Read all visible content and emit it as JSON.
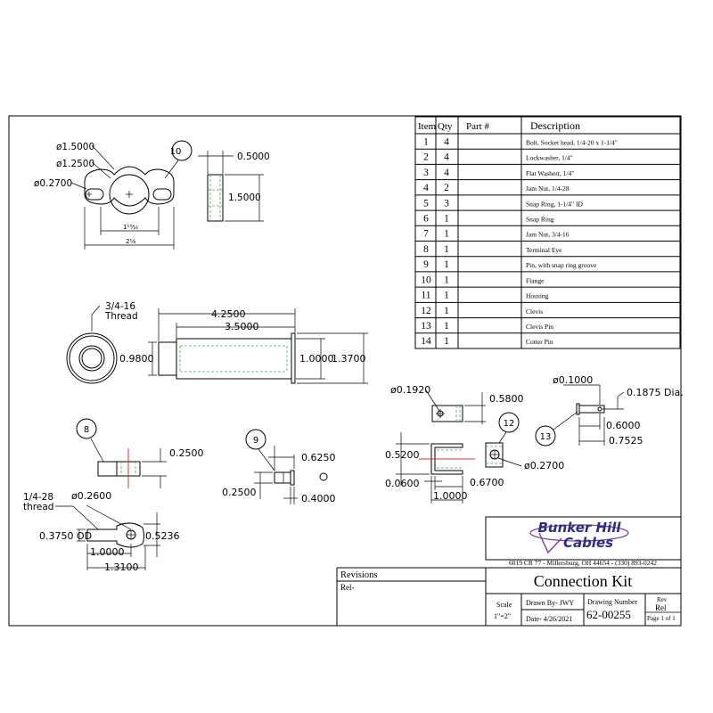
{
  "bom": {
    "headers": {
      "item": "Item",
      "qty": "Qty",
      "part": "Part #",
      "desc": "Description"
    },
    "rows": [
      {
        "item": "1",
        "qty": "4",
        "part": "",
        "desc": "Bolt, Socket head, 1/4-20 x 1-1/4\""
      },
      {
        "item": "2",
        "qty": "4",
        "part": "",
        "desc": "Lockwasher, 1/4\""
      },
      {
        "item": "3",
        "qty": "4",
        "part": "",
        "desc": "Flat Washerr, 1/4\""
      },
      {
        "item": "4",
        "qty": "2",
        "part": "",
        "desc": "Jam Nut, 1/4-28"
      },
      {
        "item": "5",
        "qty": "3",
        "part": "",
        "desc": "Snap Ring, 1-1/4\" ID"
      },
      {
        "item": "6",
        "qty": "1",
        "part": "",
        "desc": "Snap Ring"
      },
      {
        "item": "7",
        "qty": "1",
        "part": "",
        "desc": "Jam Nut, 3/4-16"
      },
      {
        "item": "8",
        "qty": "1",
        "part": "",
        "desc": "Terminal Eye"
      },
      {
        "item": "9",
        "qty": "1",
        "part": "",
        "desc": "Pin, with snap ring groove"
      },
      {
        "item": "10",
        "qty": "1",
        "part": "",
        "desc": "Flange"
      },
      {
        "item": "11",
        "qty": "1",
        "part": "",
        "desc": "Housing"
      },
      {
        "item": "12",
        "qty": "1",
        "part": "",
        "desc": "Clevis"
      },
      {
        "item": "13",
        "qty": "1",
        "part": "",
        "desc": "Clevis Pin"
      },
      {
        "item": "14",
        "qty": "1",
        "part": "",
        "desc": "Cotter Pin"
      }
    ]
  },
  "flange": {
    "balloon": "10",
    "d1": "ø1.5000",
    "d2": "ø1.2500",
    "d3": "ø0.2700",
    "w1": "1¹³⁄₁₆",
    "w2": "2⅛",
    "thk": "0.5000",
    "h": "1.5000"
  },
  "housing": {
    "thread": "3/4-16\nThread",
    "len_total": "4.2500",
    "len_body": "3.5000",
    "d_small": "0.9800",
    "d_body": "1.0000",
    "d_flange": "1.3700"
  },
  "terminal_eye_top": {
    "balloon": "8",
    "dim": "0.2500"
  },
  "pin": {
    "balloon": "9",
    "d_head": "0.6250",
    "d_shank": "0.2500",
    "len": "0.4000"
  },
  "terminal_eye": {
    "thread": "1/4-28\nthread",
    "hole": "ø0.2600",
    "od": "0.3750  OD",
    "w": "0.5236",
    "l1": "1.0000",
    "l2": "1.3100"
  },
  "clevis": {
    "balloon": "12",
    "hole_top": "ø0.1920",
    "h_top": "0.5800",
    "w": "0.5200",
    "slot": "0.0600",
    "l1": "0.6700",
    "l2": "1.0000",
    "hole": "ø0.2700"
  },
  "clevis_pin": {
    "balloon": "13",
    "d": "ø0.1000",
    "hole": "0.1875  Dia.",
    "l1": "0.6000",
    "l2": "0.7525"
  },
  "title_block": {
    "company": "Bunker Hill",
    "company2": "Cables",
    "address": "6019 CR 77 - Millersburg, OH 44654 - (330) 893-0242",
    "revisions_label": "Revisions",
    "rel_label": "Rel-",
    "title": "Connection Kit",
    "scale_label": "Scale",
    "scale": "1\"=2\"",
    "drawn_by": "Drawn By-  JWY",
    "date": "Date-   4/26/2021",
    "dwg_label": "Drawing Number",
    "dwg_no": "62-00255",
    "rev_label": "Rev",
    "rev": "Rel",
    "page": "Page 1 of 1"
  },
  "colors": {
    "green": "#3cb44b",
    "red": "#d9302c",
    "logo_blue": "#2a2f8f",
    "logo_purple": "#7a3fa0"
  }
}
